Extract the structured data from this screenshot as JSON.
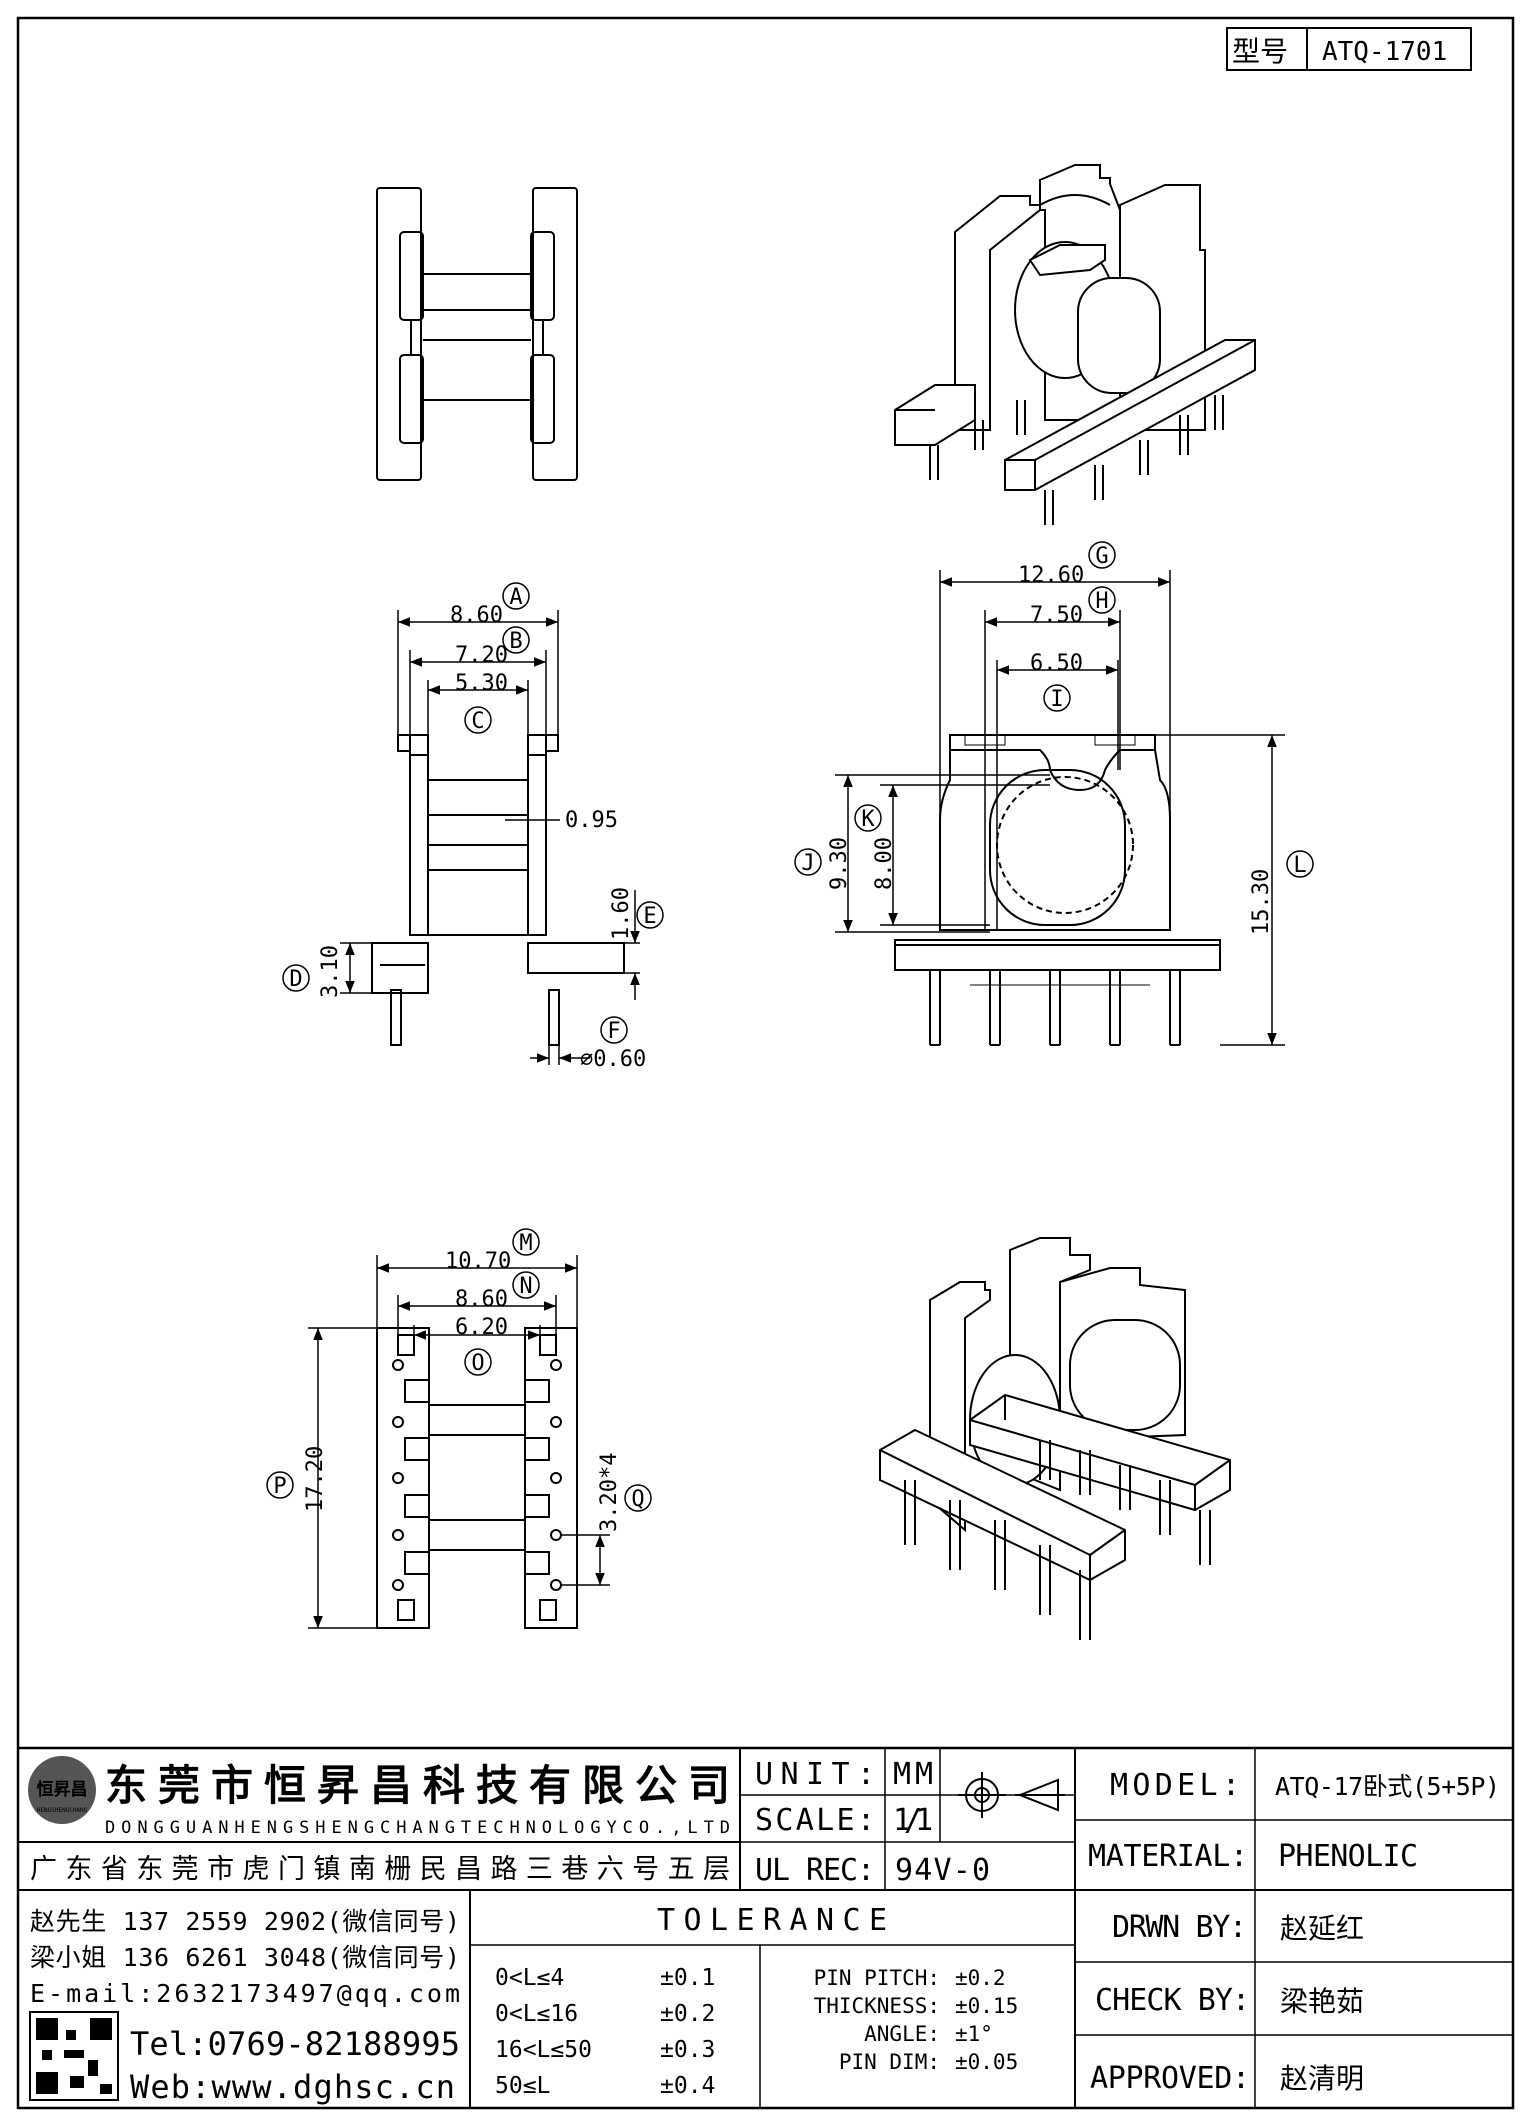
{
  "part_box": {
    "label": "型号",
    "value": "ATQ-1701"
  },
  "dimensions": {
    "A": {
      "letter": "A",
      "value": "8.60"
    },
    "B": {
      "letter": "B",
      "value": "7.20"
    },
    "C": {
      "letter": "C",
      "value": "5.30"
    },
    "wall": {
      "value": "0.95"
    },
    "D": {
      "letter": "D",
      "value": "3.10"
    },
    "E": {
      "letter": "E",
      "value": "1.60"
    },
    "F": {
      "letter": "F",
      "value": "⌀0.60"
    },
    "G": {
      "letter": "G",
      "value": "12.60"
    },
    "H": {
      "letter": "H",
      "value": "7.50"
    },
    "I": {
      "letter": "I",
      "value": "6.50"
    },
    "J": {
      "letter": "J",
      "value": "9.30"
    },
    "K": {
      "letter": "K",
      "value": "8.00"
    },
    "L": {
      "letter": "L",
      "value": "15.30"
    },
    "M": {
      "letter": "M",
      "value": "10.70"
    },
    "N": {
      "letter": "N",
      "value": "8.60"
    },
    "O": {
      "letter": "O",
      "value": "6.20"
    },
    "P": {
      "letter": "P",
      "value": "17.20"
    },
    "Q": {
      "letter": "Q",
      "value": "3.20*4"
    }
  },
  "title_block": {
    "company_cn": "东莞市恒昇昌科技有限公司",
    "company_en": "DONGGUANHENGSHENGCHANGTECHNOLOGYCO.,LTD",
    "logo_text": "恒昇昌",
    "logo_subtext": "HENGSHENGCHANG",
    "address": "广东省东莞市虎门镇南栅民昌路三巷六号五层",
    "contact1": "赵先生 137 2559 2902(微信同号)",
    "contact2": "梁小姐 136 6261 3048(微信同号)",
    "email": "E-mail:2632173497@qq.com",
    "tel": "Tel:0769-82188995",
    "web": "Web:www.dghsc.cn",
    "unit_label": "UNIT:",
    "unit_value": "MM",
    "scale_label": "SCALE:",
    "scale_value": "1/1",
    "ulrec_label": "UL REC:",
    "ulrec_value": "94V-0",
    "model_label": "MODEL:",
    "model_value": "ATQ-17卧式(5+5P)",
    "material_label": "MATERIAL:",
    "material_value": "PHENOLIC",
    "drwn_label": "DRWN BY:",
    "drwn_value": "赵延红",
    "check_label": "CHECK BY:",
    "check_value": "梁艳茹",
    "approved_label": "APPROVED:",
    "approved_value": "赵清明",
    "tolerance_title": "TOLERANCE",
    "tol_rows": [
      {
        "range": "0<L≤4",
        "tol": "±0.1"
      },
      {
        "range": "0<L≤16",
        "tol": "±0.2"
      },
      {
        "range": "16<L≤50",
        "tol": "±0.3"
      },
      {
        "range": "50≤L",
        "tol": "±0.4"
      }
    ],
    "tol_extra": [
      {
        "label": "PIN PITCH:",
        "tol": "±0.2"
      },
      {
        "label": "THICKNESS:",
        "tol": "±0.15"
      },
      {
        "label": "ANGLE:",
        "tol": "±1°"
      },
      {
        "label": "PIN DIM:",
        "tol": "±0.05"
      }
    ]
  }
}
